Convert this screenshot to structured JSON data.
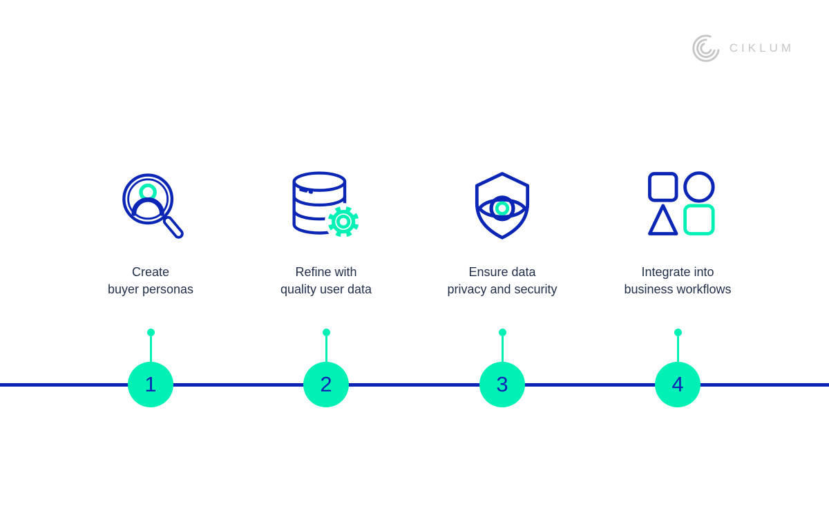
{
  "brand": {
    "name": "CIKLUM",
    "logo_mark": "ciklum-arcs-logo",
    "color": "#c6c6c6"
  },
  "colors": {
    "blue": "#0b26b5",
    "teal": "#00f1b5",
    "label_text": "#222f49",
    "logo_gray": "#c6c6c6",
    "background": "#ffffff"
  },
  "timeline": {
    "orientation": "horizontal",
    "line_color": "#0b26b5",
    "node_color": "#00f1b5"
  },
  "steps": [
    {
      "number": "1",
      "label": "Create\nbuyer personas",
      "icon": "magnifier-persona-icon"
    },
    {
      "number": "2",
      "label": "Refine with\nquality user data",
      "icon": "database-gear-icon"
    },
    {
      "number": "3",
      "label": "Ensure data\nprivacy and security",
      "icon": "shield-eye-icon"
    },
    {
      "number": "4",
      "label": "Integrate into\nbusiness workflows",
      "icon": "shapes-icon"
    }
  ]
}
